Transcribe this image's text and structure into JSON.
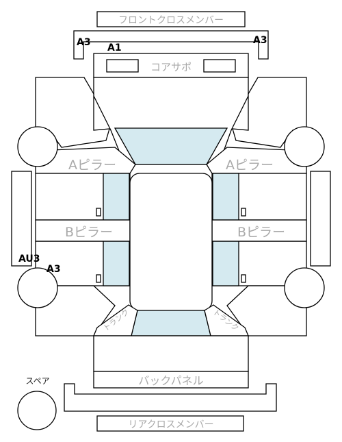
{
  "labels": {
    "front_cross_member": "フロントクロスメンバー",
    "core_support": "コアサポ",
    "a_pillar_left": "Aピラー",
    "a_pillar_right": "Aピラー",
    "b_pillar_left": "Bピラー",
    "b_pillar_right": "Bピラー",
    "trunk_left": "トランク",
    "trunk_right": "トランク",
    "back_panel": "バックパネル",
    "rear_cross_member": "リアクロスメンバー",
    "spare": "スペア"
  },
  "codes": {
    "front_left": "A3",
    "front_center": "A1",
    "front_right": "A3",
    "side_left_1": "AU3",
    "side_left_2": "A3"
  },
  "colors": {
    "glass": "#d5eaf0",
    "outline": "#000000",
    "label": "#a9a9a9"
  }
}
